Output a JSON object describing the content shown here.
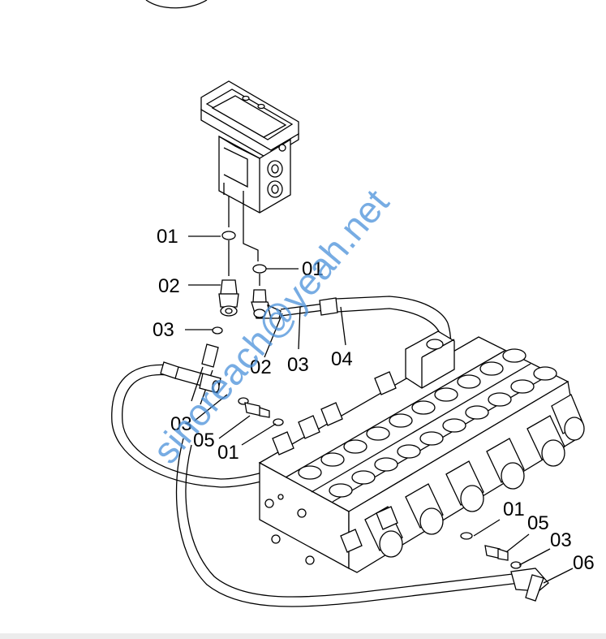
{
  "watermark": "sinoreach@yeah.net",
  "callouts": {
    "c01a": "01",
    "c01b": "01",
    "c01c": "01",
    "c01d": "01",
    "c02a": "02",
    "c02b": "02",
    "c03a": "03",
    "c03b": "03",
    "c03c": "03",
    "c03d": "03",
    "c04": "04",
    "c05a": "05",
    "c05b": "05",
    "c06": "06"
  }
}
